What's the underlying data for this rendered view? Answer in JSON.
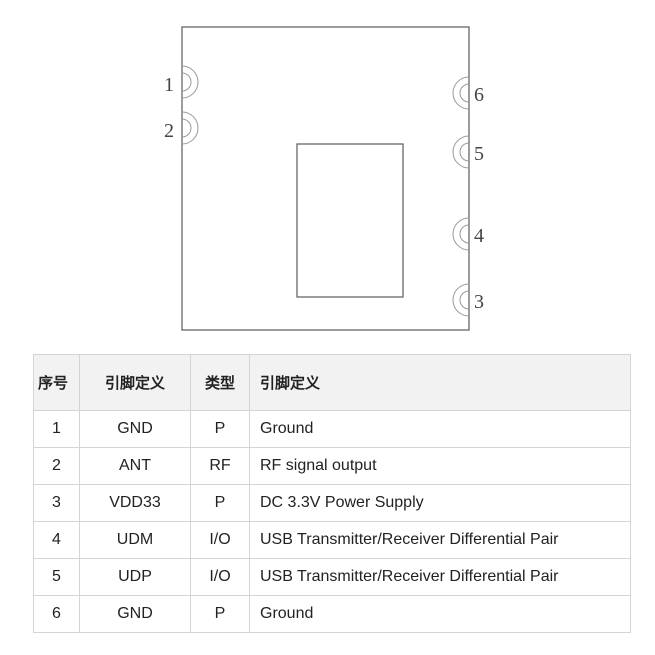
{
  "diagram": {
    "pins_left": [
      "1",
      "2"
    ],
    "pins_right": [
      "6",
      "5",
      "4",
      "3"
    ]
  },
  "table": {
    "headers": [
      "序号",
      "引脚定义",
      "类型",
      "引脚定义"
    ],
    "rows": [
      [
        "1",
        "GND",
        "P",
        "Ground"
      ],
      [
        "2",
        "ANT",
        "RF",
        "RF signal output"
      ],
      [
        "3",
        "VDD33",
        "P",
        "DC 3.3V Power Supply"
      ],
      [
        "4",
        "UDM",
        "I/O",
        "USB Transmitter/Receiver Differential Pair"
      ],
      [
        "5",
        "UDP",
        "I/O",
        "USB Transmitter/Receiver Differential Pair"
      ],
      [
        "6",
        "GND",
        "P",
        "Ground"
      ]
    ]
  }
}
